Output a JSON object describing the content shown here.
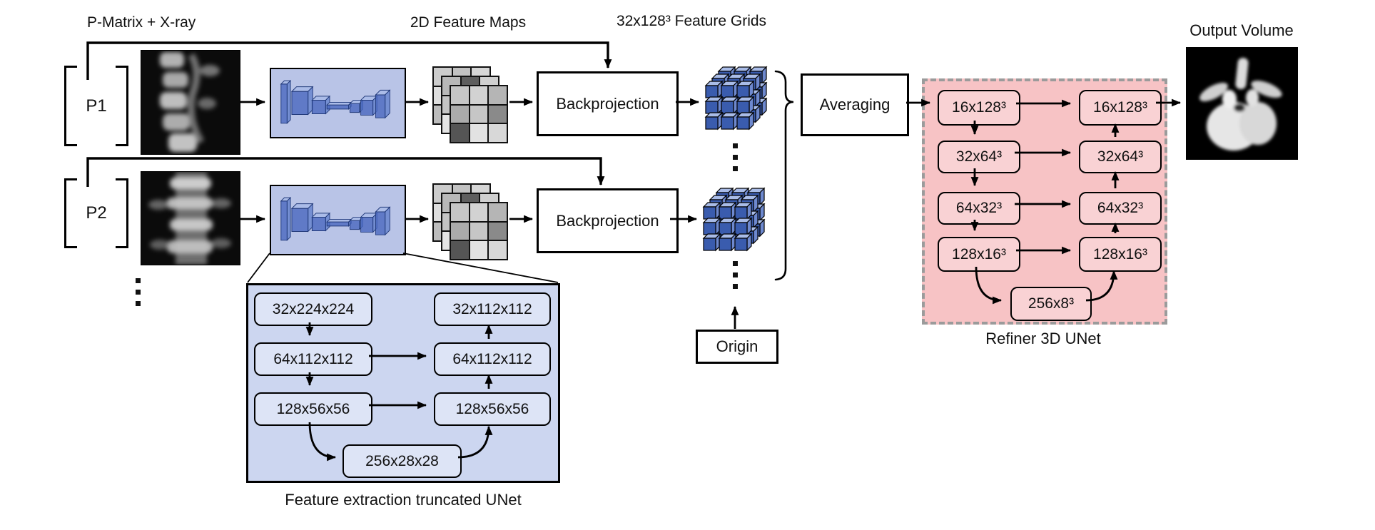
{
  "labels": {
    "p_matrix_xray": "P-Matrix + X-ray",
    "feature_maps_2d": "2D Feature Maps",
    "feature_grids": "32x128³ Feature Grids",
    "output_volume": "Output Volume"
  },
  "branches": [
    {
      "p_label": "P1",
      "backprojection_label": "Backprojection"
    },
    {
      "p_label": "P2",
      "backprojection_label": "Backprojection"
    }
  ],
  "averaging_label": "Averaging",
  "origin_label": "Origin",
  "refiner": {
    "caption": "Refiner 3D UNet",
    "encoder": [
      "16x128³",
      "32x64³",
      "64x32³",
      "128x16³"
    ],
    "decoder": [
      "16x128³",
      "32x64³",
      "64x32³",
      "128x16³"
    ],
    "bottleneck": "256x8³"
  },
  "feature_unet": {
    "caption": "Feature extraction truncated UNet",
    "encoder": [
      "32x224x224",
      "64x112x112",
      "128x56x56"
    ],
    "decoder": [
      "32x112x112",
      "64x112x112",
      "128x56x56"
    ],
    "bottleneck": "256x28x28"
  },
  "colors": {
    "encoder_panel": "#b9c4e7",
    "feature_unet_panel": "#ccd6f0",
    "feature_unet_box": "#dde4f6",
    "refiner_panel": "#f7c3c5",
    "refiner_box": "#f9d2d4",
    "cube_front": "#3a5cae",
    "cube_top": "#a9bce8",
    "cube_side": "#6e89cf",
    "grid_shades": [
      [
        "#cccccc",
        "#c2c2c2",
        "#d6d6d6",
        "#dedede",
        "#b2b2b2",
        "#c8c8c8",
        "#bcbcbc",
        "#d2d2d2",
        "#c6c6c6"
      ],
      [
        "#b8b8b8",
        "#5e5e5e",
        "#cfcfcf",
        "#c4c4c4",
        "#ababab",
        "#dcdcdc",
        "#e4e4e4",
        "#9e9e9e",
        "#cccccc"
      ],
      [
        "#c6c6c6",
        "#d2d2d2",
        "#b5b5b5",
        "#ababab",
        "#c6c6c6",
        "#8a8a8a",
        "#555555",
        "#e2e2e2",
        "#d8d8d8"
      ]
    ]
  }
}
